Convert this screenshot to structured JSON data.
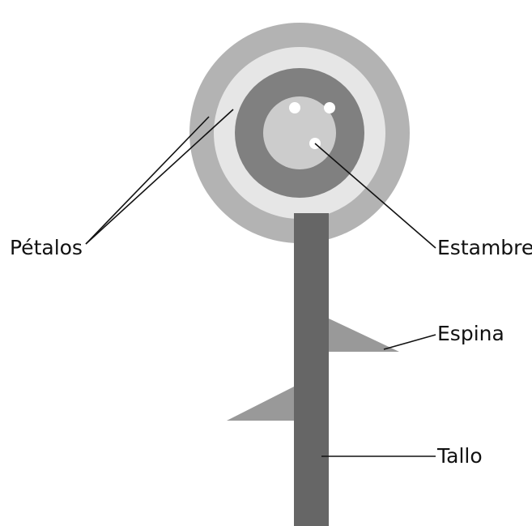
{
  "labels": {
    "petals": "Pétalos",
    "stamen": "Estambre",
    "thorn": "Espina",
    "stem": "Tallo"
  },
  "colors": {
    "background": "#ffffff",
    "outer_petal": "#b3b3b3",
    "middle_petal": "#e6e6e6",
    "inner_petal": "#808080",
    "center": "#cccccc",
    "stamen_dots": "#ffffff",
    "stem": "#666666",
    "thorn": "#999999",
    "leader_lines": "#111111"
  }
}
